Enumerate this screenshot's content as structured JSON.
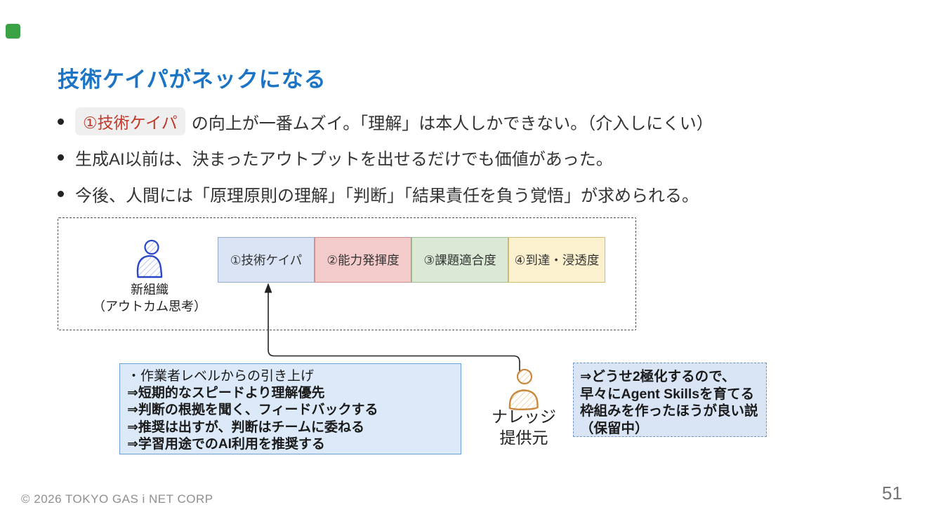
{
  "marker": {
    "color": "#3aa245"
  },
  "title": "技術ケイパがネックになる",
  "title_color": "#1b74c5",
  "bullets": [
    {
      "highlight": "①技術ケイパ",
      "rest": "の向上が一番ムズイ。「理解」は本人しかできない。（介入しにくい）"
    },
    {
      "rest": "生成AI以前は、決まったアウトプットを出せるだけでも価値があった。"
    },
    {
      "rest": "今後、人間には「原理原則の理解」「判断」「結果責任を負う覚悟」が求められる。"
    }
  ],
  "highlight_colors": {
    "text": "#c0392b",
    "background": "#efefef"
  },
  "diagram": {
    "actor_new_org": {
      "icon": "person-sketch-blue-icon",
      "line1": "新組織",
      "line2": "（アウトカム思考）"
    },
    "boxes": [
      {
        "label": "①技術ケイパ",
        "fill": "#dae4f4",
        "border": "#94aacb"
      },
      {
        "label": "②能力発揮度",
        "fill": "#f4cbcb",
        "border": "#ce8c8c"
      },
      {
        "label": "③課題適合度",
        "fill": "#dae8d5",
        "border": "#9fbf94"
      },
      {
        "label": "④到達・浸透度",
        "fill": "#fcf1ce",
        "border": "#d7bd74"
      }
    ]
  },
  "note_left": {
    "background": "#dce9f8",
    "border": "#6f9fd8",
    "lines": [
      "・作業者レベルからの引き上げ",
      "⇒短期的なスピードより理解優先",
      "⇒判断の根拠を聞く、フィードバックする",
      "⇒推奨は出すが、判断はチームに委ねる",
      "⇒学習用途でのAI利用を推奨する"
    ]
  },
  "knowledge_actor": {
    "icon": "person-sketch-orange-icon",
    "line1": "ナレッジ",
    "line2": "提供元"
  },
  "note_right": {
    "background": "#d9e5f5",
    "border": "#6f94c8",
    "lines": [
      "⇒どうせ2極化するので、",
      "早々にAgent Skillsを育てる",
      "枠組みを作ったほうが良い説",
      "（保留中）"
    ]
  },
  "footer": {
    "copyright": "© 2026 TOKYO GAS i NET CORP",
    "page_number": "51"
  }
}
